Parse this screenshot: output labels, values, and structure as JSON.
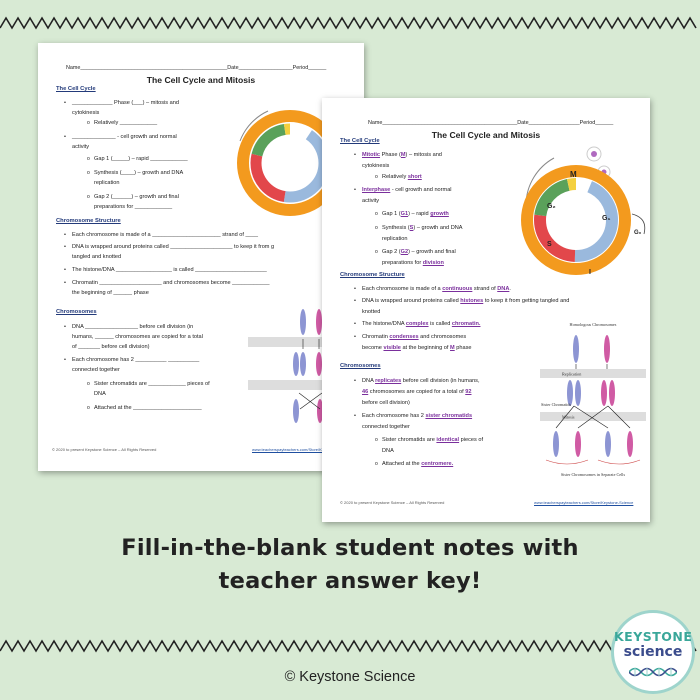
{
  "sheet_blank": {
    "header": "Name_________________________________________________Date__________________Period______",
    "title": "The Cell Cycle and Mitosis",
    "sec_cycle": "The Cell Cycle",
    "cycle_lines": [
      "_____________ Phase (___) – mitosis and",
      "cytokinesis",
      "Relatively ____________",
      "______________ - cell growth and normal",
      "activity",
      "Gap 1 (_____) – rapid ____________",
      "Synthesis (____) – growth and DNA",
      "replication",
      "Gap 2 (______) – growth and final",
      "preparations for ____________"
    ],
    "sec_structure": "Chromosome Structure",
    "structure_lines": [
      "Each chromosome is made of a ______________________ strand of ____",
      "DNA is wrapped around proteins called ____________________ to keep it from g",
      "tangled and knotted",
      "The histone/DNA __________________ is called _______________________",
      "Chromatin ____________________ and chromosomes become ____________",
      "the beginning of ______ phase"
    ],
    "sec_chromosomes": "Chromosomes",
    "chromo_lines": [
      "DNA _________________ before cell division (in",
      "humans, ______ chromosomes are copied for a total",
      "of _______ before cell division)",
      "Each chromosome has 2 __________ __________",
      "connected together",
      "Sister chromatids are ____________ pieces of",
      "DNA",
      "Attached at the ______________________"
    ],
    "footer_left": "© 2020 to present Keystone Science – All Rights Reserved",
    "footer_right": "www.teacherspayteachers.com/Store/Keystone-Science"
  },
  "sheet_key": {
    "header": "Name_____________________________________________Date_________________Period______",
    "title": "The Cell Cycle and Mitosis",
    "sec_cycle": "The Cell Cycle",
    "mitotic": {
      "a1": "Mitotic",
      "t1": " Phase (",
      "a2": "M",
      "t2": ") – mitosis and"
    },
    "cytokinesis": "cytokinesis",
    "relatively": {
      "t": "Relatively ",
      "a": "short"
    },
    "interphase": {
      "a": "Interphase",
      "t": " - cell growth and normal"
    },
    "activity": "activity",
    "gap1": {
      "t1": "Gap 1 (",
      "a1": "G1",
      "t2": ") – rapid ",
      "a2": "growth"
    },
    "synth": {
      "t1": "Synthesis (",
      "a1": "S",
      "t2": ") – growth and DNA"
    },
    "replication": "replication",
    "gap2": {
      "t1": "Gap 2 (",
      "a1": "G2",
      "t2": ") – growth and final"
    },
    "prep": {
      "t": "preparations for ",
      "a": "division"
    },
    "sec_structure": "Chromosome Structure",
    "continuous": {
      "t1": "Each chromosome is made of a ",
      "a1": "continuous",
      "t2": " strand of ",
      "a2": "DNA",
      "t3": "."
    },
    "histones": {
      "t1": "DNA is wrapped around proteins called ",
      "a1": "histones",
      "t2": " to keep it from getting tangled and"
    },
    "knotted": "knotted",
    "complex": {
      "t1": "The histone/DNA ",
      "a1": "complex",
      "t2": " is called ",
      "a2": "chromatin."
    },
    "condenses": {
      "t1": "Chromatin ",
      "a1": "condenses",
      "t2": " and chromosomes"
    },
    "visible": {
      "t1": "become ",
      "a1": "visible",
      "t2": " at the beginning of ",
      "a2": "M",
      "t3": " phase"
    },
    "sec_chromosomes": "Chromosomes",
    "replicates": {
      "t1": "DNA ",
      "a1": "replicates",
      "t2": " before cell division (in humans,"
    },
    "copied": {
      "a1": "46",
      "t1": " chromosomes are copied for a total of ",
      "a2": "92"
    },
    "before": "before cell division)",
    "sister": {
      "t1": "Each chromosome has 2 ",
      "a1": "sister chromatids"
    },
    "connected": "connected together",
    "identical": {
      "t1": "Sister chromatids are ",
      "a1": "identical",
      "t2": " pieces of"
    },
    "dna": "DNA",
    "centromere": {
      "t1": "Attached at the ",
      "a1": "centromere."
    },
    "cycle_labels": {
      "m": "M",
      "g2": "G₂",
      "g1": "G₁",
      "g0": "G₀",
      "s": "S",
      "i": "I"
    },
    "diagram_labels": {
      "homologous": "Homologous Chromosomes",
      "replication": "Replication",
      "sister": "Sister Chromatids",
      "mitosis": "Mitosis",
      "separate": "Sister Chromosomes in Separate Cells"
    },
    "footer_left": "© 2020 to present Keystone Science – All Rights Reserved",
    "footer_right": "www.teacherspayteachers.com/Store/Keystone-Science"
  },
  "caption": {
    "line1": "Fill-in-the-blank student notes with",
    "line2": "teacher answer key!"
  },
  "copyright": "© Keystone Science",
  "logo": {
    "line1": "KEYSTONE",
    "line2": "science"
  },
  "colors": {
    "background": "#d8ead4",
    "answer": "#7a2f9c",
    "cycle_orange": "#f39a1e",
    "cycle_blue": "#9ab9dd",
    "cycle_red": "#e2474b",
    "cycle_green": "#5aa15a",
    "cycle_yellow": "#f4d03f",
    "chromo_blue": "#8d95d3",
    "chromo_pink": "#d05ba4"
  }
}
